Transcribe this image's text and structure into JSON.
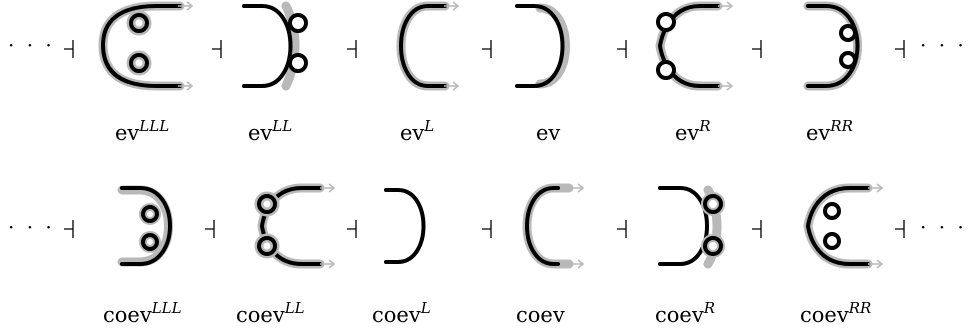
{
  "ellipsis": "· · ·",
  "rows": [
    {
      "labels": [
        {
          "base": "ev",
          "sup": "LLL"
        },
        {
          "base": "ev",
          "sup": "LL"
        },
        {
          "base": "ev",
          "sup": "L"
        },
        {
          "base": "ev",
          "sup": ""
        },
        {
          "base": "ev",
          "sup": "R"
        },
        {
          "base": "ev",
          "sup": "RR"
        }
      ]
    },
    {
      "labels": [
        {
          "base": "coev",
          "sup": "LLL"
        },
        {
          "base": "coev",
          "sup": "LL"
        },
        {
          "base": "coev",
          "sup": "L"
        },
        {
          "base": "coev",
          "sup": ""
        },
        {
          "base": "coev",
          "sup": "R"
        },
        {
          "base": "coev",
          "sup": "RR"
        }
      ]
    }
  ]
}
